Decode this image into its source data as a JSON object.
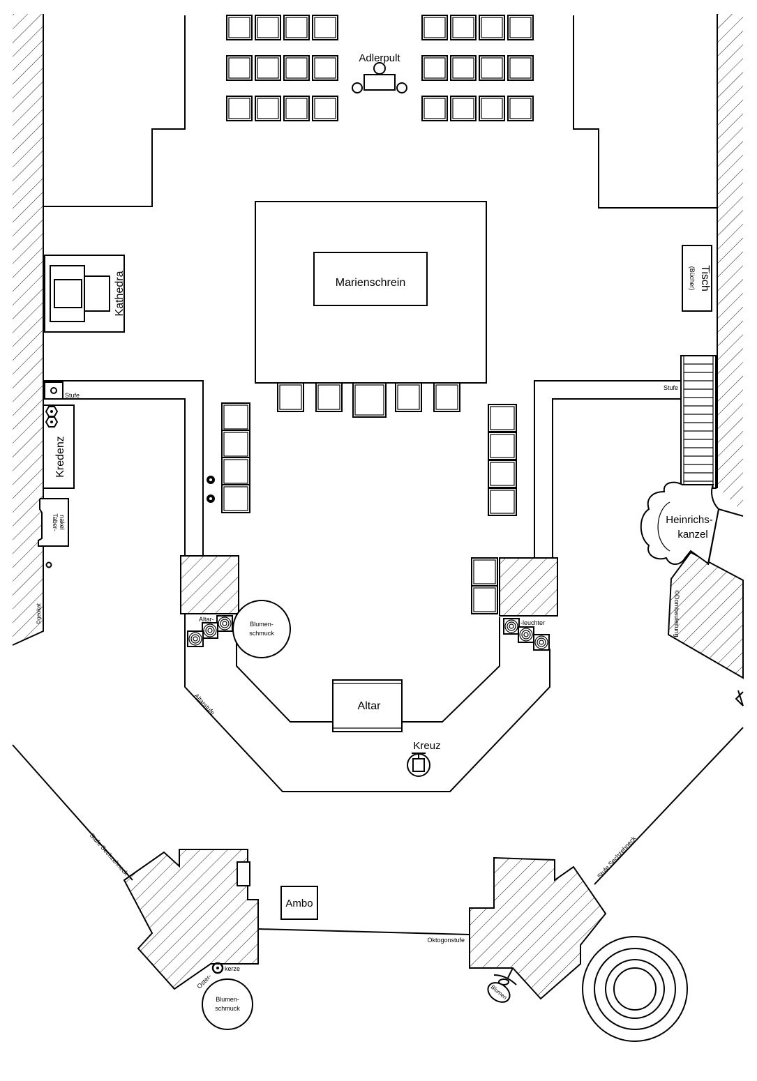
{
  "labels": {
    "adlerpult": "Adlerpult",
    "marienschrein": "Marienschrein",
    "kathedra": "Kathedra",
    "tisch": "Tisch",
    "tisch_sub": "(Bücher)",
    "stufe_left": "Stufe",
    "stufe_right": "Stufe",
    "kredenz": "Kredenz",
    "tabernakel_1": "Taber-",
    "tabernakel_2": "nakel",
    "copyright_left": "©geokat",
    "heinrichskanzel_1": "Heinrichs-",
    "heinrichskanzel_2": "kanzel",
    "copyright_right": "©Dombauleitung",
    "altarleuchter_1": "Altar-",
    "altarleuchter_2": "-leuchter",
    "blumenschmuck_top_1": "Blumen-",
    "blumenschmuck_top_2": "schmuck",
    "altarstufe": "Altarstufe",
    "altar": "Altar",
    "kreuz": "Kreuz",
    "stufe_sechzehneck_left": "Stufe Sechzehneck",
    "stufe_sechzehneck_right": "Stufe Sechzehneck",
    "ambo": "Ambo",
    "oktogonstufe": "Oktogonstufe",
    "osterkerze_1": "Oster-",
    "osterkerze_2": "kerze",
    "blumenschmuck_bottom_1": "Blumen-",
    "blumenschmuck_bottom_2": "schmuck",
    "blumen": "Blumen"
  },
  "colors": {
    "line": "#000000",
    "background": "#ffffff"
  }
}
